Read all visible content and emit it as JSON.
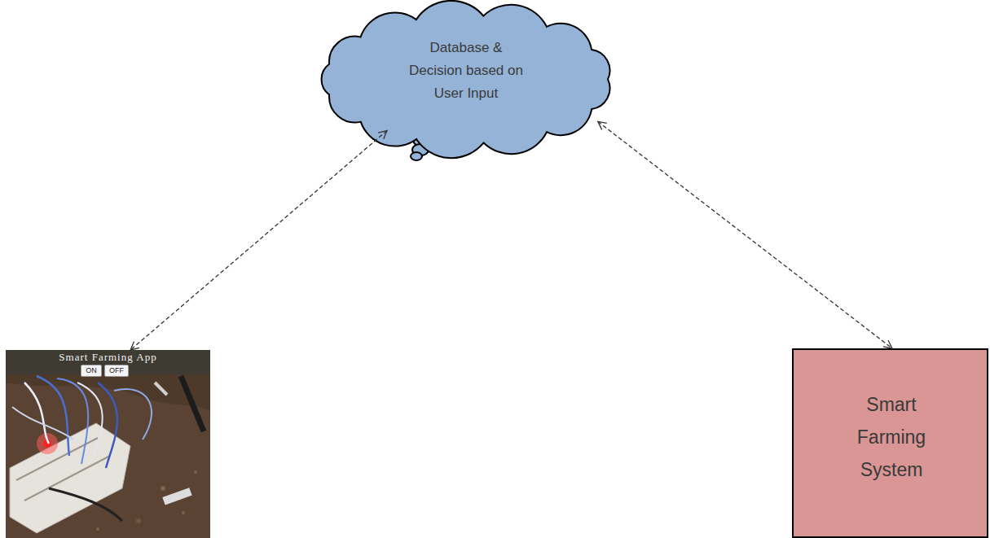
{
  "diagram": {
    "nodes": [
      {
        "text": [
          "Database & Decision based on User Input"
        ]
      },
      {
        "text": [
          "Smart Farming App",
          "ON",
          "OFF"
        ]
      },
      {
        "text": [
          "Smart Farming System"
        ]
      }
    ],
    "edges": [
      {
        "from": 0,
        "to": 1,
        "arrow": "both"
      },
      {
        "from": 0,
        "to": 2,
        "arrow": "both"
      }
    ]
  }
}
